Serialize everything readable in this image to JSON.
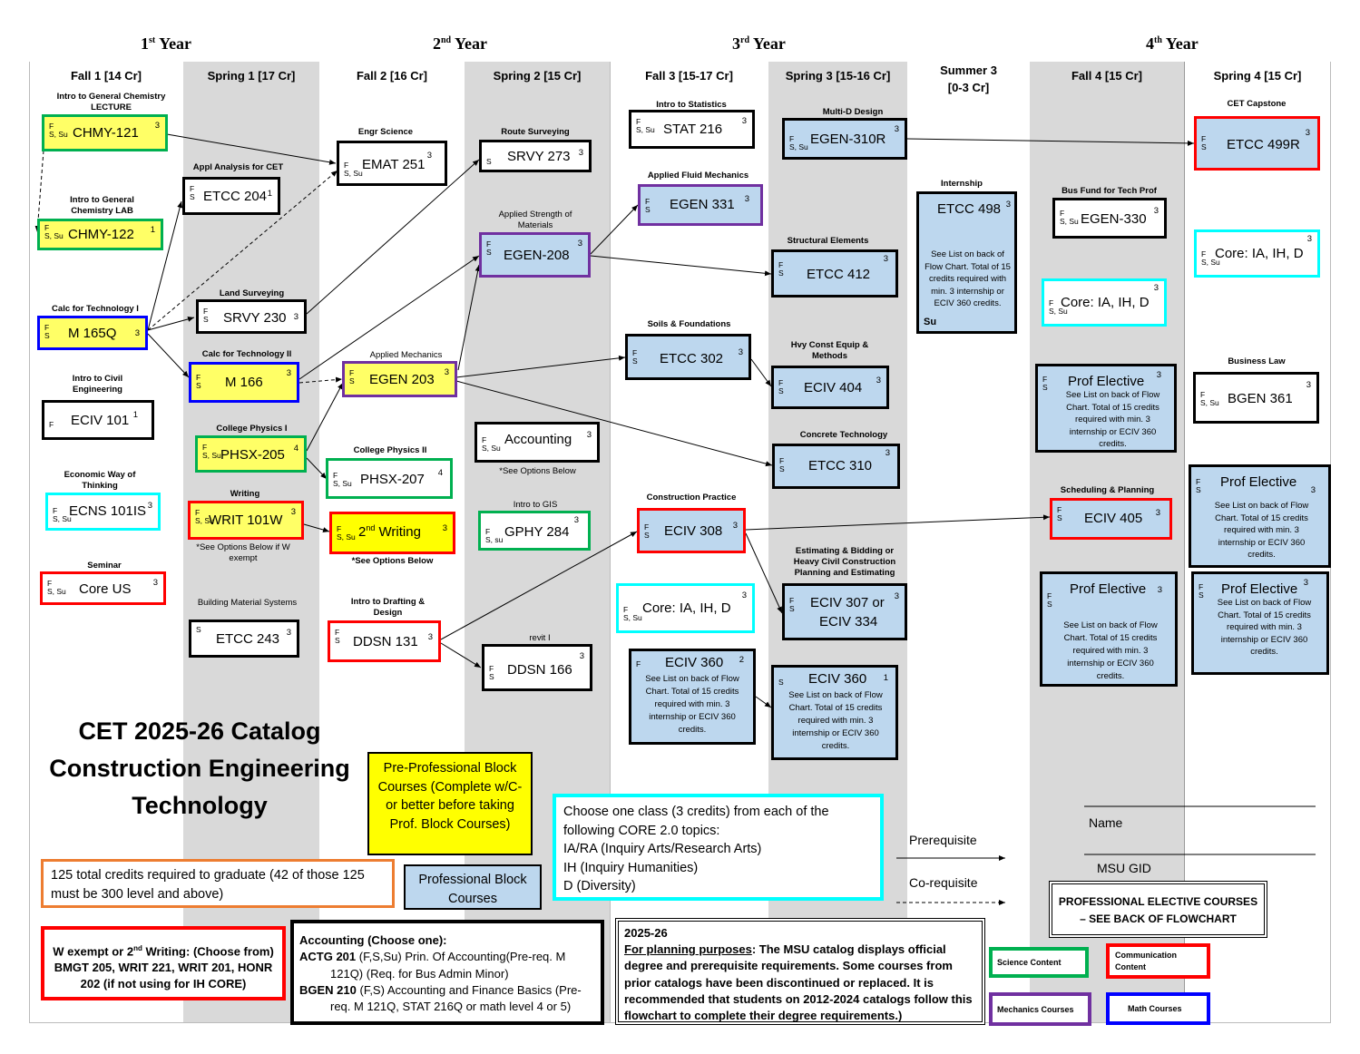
{
  "years": [
    {
      "label": "1",
      "sup": "st",
      "rest": " Year"
    },
    {
      "label": "2",
      "sup": "nd",
      "rest": " Year"
    },
    {
      "label": "3",
      "sup": "rd",
      "rest": " Year"
    },
    {
      "label": "4",
      "sup": "th",
      "rest": " Year"
    }
  ],
  "terms": {
    "fall1": "Fall  1 [14 Cr]",
    "spring1": "Spring 1 [17 Cr]",
    "fall2": "Fall 2 [16 Cr]",
    "spring2": "Spring 2 [15 Cr]",
    "fall3": "Fall 3 [15-17 Cr]",
    "spring3": "Spring 3 [15-16 Cr]",
    "summer3_a": "Summer 3",
    "summer3_b": "[0-3 Cr]",
    "fall4": "Fall 4 [15 Cr]",
    "spring4": "Spring 4 [15 Cr]"
  },
  "labels": {
    "chem_lec": "Intro to General Chemistry LECTURE",
    "chem_lab": "Intro to General Chemistry LAB",
    "calc1": "Calc for Technology I",
    "intro_civil": "Intro to Civil Engineering",
    "econ": "Economic Way of Thinking",
    "seminar": "Seminar",
    "appl_analysis": "Appl Analysis for CET",
    "land_surv": "Land Surveying",
    "calc2": "Calc for Technology II",
    "phys1": "College Physics I",
    "writing": "Writing",
    "writ_note": "*See Options Below if W exempt",
    "bldg_mat": "Building Material Systems",
    "engr_sci": "Engr Science",
    "appl_mech": "Applied Mechanics",
    "phys2": "College Physics II",
    "writ2_note": "*See Options Below",
    "intro_draft": "Intro to Drafting & Design",
    "route_surv": "Route Surveying",
    "appl_str": "Applied Strength of Materials",
    "acct_note": "*See Options Below",
    "intro_gis": "Intro to GIS",
    "revit": "revit I",
    "intro_stat": "Intro to Statistics",
    "appl_fluid": "Applied Fluid Mechanics",
    "soils": "Soils & Foundations",
    "constr_prac": "Construction Practice",
    "multid": "Multi-D Design",
    "struct_el": "Structural Elements",
    "hvy_const": "Hvy Const Equip & Methods",
    "concrete": "Concrete Technology",
    "estimating": "Estimating & Bidding or Heavy Civil Construction Planning and Estimating",
    "internship": "Internship",
    "bus_fund": "Bus Fund for Tech Prof",
    "sched": "Scheduling & Planning",
    "capstone": "CET Capstone",
    "bus_law": "Business Law"
  },
  "courses": {
    "chmy121": {
      "sem": "F\nS, Su",
      "title": "CHMY-121",
      "cr": "3"
    },
    "chmy122": {
      "sem": "F\nS, Su",
      "title": "CHMY-122",
      "cr": "1"
    },
    "m165q": {
      "sem": "F\nS",
      "title": "M 165Q",
      "cr": "3"
    },
    "eciv101": {
      "sem": "F",
      "title": "ECIV 101",
      "cr": "1"
    },
    "ecns101": {
      "sem": "F\nS, Su",
      "title": "ECNS 101IS",
      "cr": "3"
    },
    "coreus": {
      "sem": "F\nS, Su",
      "title": "Core US",
      "cr": "3"
    },
    "etcc204": {
      "sem": "F\nS",
      "title": "ETCC 204",
      "cr": "1"
    },
    "srvy230": {
      "sem": "F\nS",
      "title": "SRVY 230",
      "cr": "3"
    },
    "m166": {
      "sem": "F\nS",
      "title": "M 166",
      "cr": "3"
    },
    "phsx205": {
      "sem": "F\nS, Su",
      "title": "PHSX-205",
      "cr": "4"
    },
    "writ101w": {
      "sem": "F\nS, Su",
      "title": "WRIT 101W",
      "cr": "3"
    },
    "etcc243": {
      "sem": "S",
      "title": "ETCC 243",
      "cr": "3"
    },
    "emat251": {
      "sem": "F\nS, Su",
      "title": "EMAT 251",
      "cr": "3"
    },
    "egen203": {
      "sem": "F\nS",
      "title": "EGEN 203",
      "cr": "3"
    },
    "phsx207": {
      "sem": "F\nS, Su",
      "title": "PHSX-207",
      "cr": "4"
    },
    "writing2": {
      "sem": "F\nS, Su",
      "title": "2",
      "sup": "nd",
      "rest": " Writing",
      "cr": "3"
    },
    "ddsn131": {
      "sem": "F\nS",
      "title": "DDSN 131",
      "cr": "3"
    },
    "srvy273": {
      "sem": "S",
      "title": "SRVY 273",
      "cr": "3"
    },
    "egen208": {
      "sem": "F\nS",
      "title": "EGEN-208",
      "cr": "3"
    },
    "accounting": {
      "sem": "F\nS, Su",
      "title": "Accounting",
      "cr": "3"
    },
    "gphy284": {
      "sem": "F\nS, su",
      "title": "GPHY 284",
      "cr": "3"
    },
    "ddsn166": {
      "sem": "F\nS",
      "title": "DDSN 166",
      "cr": "3"
    },
    "stat216": {
      "sem": "F\nS, Su",
      "title": "STAT 216",
      "cr": "3"
    },
    "egen331": {
      "sem": "F\nS",
      "title": "EGEN 331",
      "cr": "3"
    },
    "etcc302": {
      "sem": "F\nS",
      "title": "ETCC 302",
      "cr": "3"
    },
    "eciv308": {
      "sem": "F\nS",
      "title": "ECIV 308",
      "cr": "3"
    },
    "core3": {
      "sem": "F\nS, Su",
      "title": "Core: IA, IH, D",
      "cr": "3"
    },
    "eciv360a": {
      "sem": "F",
      "title": "ECIV 360",
      "cr": "2",
      "desc": "See List on back of Flow Chart.  Total of 15 credits required with min. 3 internship or ECIV 360 credits."
    },
    "egen310r": {
      "sem": "F\nS, Su",
      "title": "EGEN-310R",
      "cr": "3"
    },
    "etcc412": {
      "sem": "F\nS",
      "title": "ETCC 412",
      "cr": "3"
    },
    "eciv404": {
      "sem": "F\nS",
      "title": "ECIV 404",
      "cr": "3"
    },
    "etcc310": {
      "sem": "F\nS",
      "title": "ETCC 310",
      "cr": "3"
    },
    "eciv307": {
      "sem": "F\nS",
      "title": "ECIV 307 or",
      "title2": "ECIV 334",
      "cr": "3"
    },
    "eciv360b": {
      "sem": "S",
      "title": "ECIV 360",
      "cr": "1",
      "desc": "See List on back of Flow Chart.  Total of 15 credits required with min. 3 internship or ECIV 360 credits."
    },
    "etcc498": {
      "sem": "Su",
      "title": "ETCC 498",
      "cr": "3",
      "desc": "See List on back of Flow Chart.  Total of 15 credits required with min. 3 internship or ECIV 360 credits."
    },
    "egen330": {
      "sem": "F\nS, Su",
      "title": "EGEN-330",
      "cr": "3"
    },
    "core4": {
      "sem": "F\nS, Su",
      "title": "Core: IA, IH, D",
      "cr": "3"
    },
    "prof4a": {
      "sem": "F\nS",
      "title": "Prof Elective",
      "cr": "3",
      "desc": "See List on back of Flow Chart.  Total of 15 credits required with min. 3 internship or ECIV 360 credits."
    },
    "eciv405": {
      "sem": "F\nS",
      "title": "ECIV 405",
      "cr": "3"
    },
    "prof4b": {
      "sem": "F\nS",
      "title": "Prof Elective",
      "cr": "3",
      "desc": "See List on back of Flow Chart.  Total of 15 credits required with min. 3 internship or ECIV 360 credits."
    },
    "etcc499r": {
      "sem": "F\nS",
      "title": "ETCC 499R",
      "cr": "3"
    },
    "core5": {
      "sem": "F\nS, Su",
      "title": "Core: IA, IH, D",
      "cr": "3"
    },
    "bgen361": {
      "sem": "F\nS, Su",
      "title": "BGEN 361",
      "cr": "3"
    },
    "prof5a": {
      "sem": "F\nS",
      "title": "Prof Elective",
      "cr": "3",
      "desc": "See List on back of Flow Chart.  Total of 15 credits required with min. 3 internship or ECIV 360 credits."
    },
    "prof5b": {
      "sem": "F\nS",
      "title": "Prof Elective",
      "cr": "3",
      "desc": "See List on back of Flow Chart.  Total of 15 credits required with min. 3 internship or ECIV 360 credits."
    }
  },
  "title_lines": [
    "CET 2025-26 Catalog",
    "Construction Engineering",
    "Technology"
  ],
  "preprof": "Pre-Professional Block Courses (Complete w/C- or better before taking Prof. Block Courses)",
  "prof_block": "Professional Block Courses",
  "total_credits": "125 total credits required to graduate (42 of those 125 must be 300 level and above)",
  "w_exempt": {
    "a": "W exempt or 2",
    "sup": "nd",
    "b": " Writing: (Choose from) BMGT 205, WRIT 221, WRIT 201, HONR 202 (if not using for IH CORE)"
  },
  "accounting_options": {
    "head": "Accounting  (Choose one):",
    "l1a": "ACTG 201",
    "l1b": " (F,S,Su)  Prin. Of Accounting(Pre-req. M 121Q) (Req. for Bus Admin Minor)",
    "l2a": "BGEN 210",
    "l2b": " (F,S) Accounting and Finance Basics (Pre-req. M 121Q, STAT 216Q or math level 4 or 5)"
  },
  "core_choice": [
    "Choose one class (3 credits) from each of the",
    "following CORE 2.0 topics:",
    "IA/RA (Inquiry Arts/Research Arts)",
    "IH  (Inquiry Humanities)",
    "D (Diversity)"
  ],
  "planning": {
    "year": "2025-26",
    "head": "For planning purposes",
    "body": ":  The MSU catalog displays official degree and prerequisite requirements.  Some courses from prior catalogs have been discontinued or replaced.  It is recommended that students on 2012-2024 catalogs follow this flowchart to complete their degree requirements.)"
  },
  "legend": {
    "prereq": "Prerequisite",
    "coreq": "Co-requisite",
    "science": "Science Content",
    "communication": "Communication Content",
    "mechanics": "Mechanics Courses",
    "math": "Math Courses"
  },
  "name_label": "Name",
  "gid_label": "MSU GID",
  "prof_elec_note": "PROFESSIONAL ELECTIVE COURSES – SEE BACK OF FLOWCHART"
}
